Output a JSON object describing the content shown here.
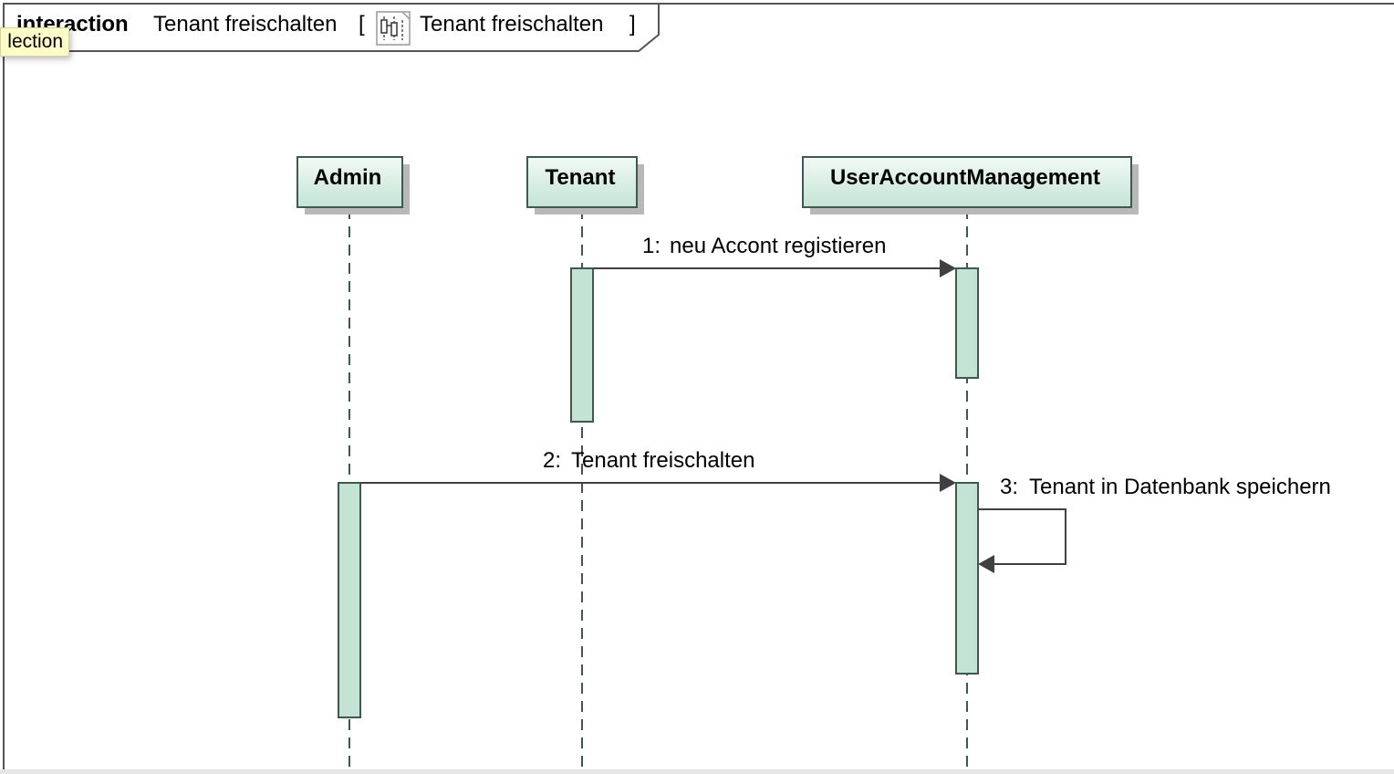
{
  "frame": {
    "keyword": "interaction",
    "title": "Tenant freischalten",
    "bracket_open": "[",
    "diagram_ref": "Tenant freischalten",
    "bracket_close": "]",
    "diagram_icon": "sequence-diagram-icon"
  },
  "tooltip": {
    "text": "lection"
  },
  "lifelines": [
    {
      "id": "admin",
      "label": "Admin"
    },
    {
      "id": "tenant",
      "label": "Tenant"
    },
    {
      "id": "uam",
      "label": "UserAccountManagement"
    }
  ],
  "messages": [
    {
      "number": "1:",
      "text": "neu Accont registieren",
      "from": "tenant",
      "to": "uam"
    },
    {
      "number": "2:",
      "text": "Tenant freischalten",
      "from": "admin",
      "to": "uam"
    },
    {
      "number": "3:",
      "text": "Tenant in Datenbank speichern",
      "from": "uam",
      "to": "uam"
    }
  ],
  "colors": {
    "lifeline_fill_top": "#f2faf6",
    "lifeline_fill_bottom": "#c3e3d5",
    "activation_fill": "#c3e3d5",
    "stroke": "#3e5a50",
    "shadow": "#b8b8b8",
    "arrow": "#404040",
    "tooltip_bg": "#fdfbc8"
  }
}
